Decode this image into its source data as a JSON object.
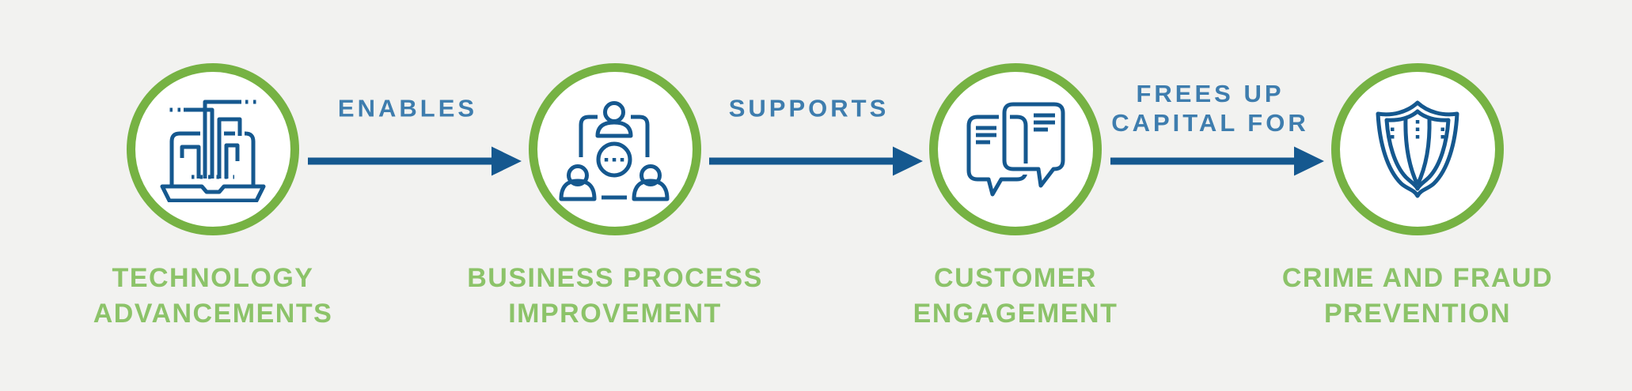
{
  "diagram": {
    "colors": {
      "background": "#F2F2F0",
      "circle_ring_green": "#76B243",
      "circle_fill": "#FFFFFF",
      "label_green": "#8CC369",
      "connector_text_blue": "#3E7DAE",
      "arrow_navy": "#15588F",
      "icon_stroke_navy": "#15588F"
    },
    "steps": [
      {
        "icon": "laptop-circuit-icon",
        "label_line1": "TECHNOLOGY",
        "label_line2": "ADVANCEMENTS"
      },
      {
        "icon": "people-collaboration-icon",
        "label_line1": "BUSINESS PROCESS",
        "label_line2": "IMPROVEMENT"
      },
      {
        "icon": "chat-bubbles-icon",
        "label_line1": "CUSTOMER",
        "label_line2": "ENGAGEMENT"
      },
      {
        "icon": "shield-icon",
        "label_line1": "CRIME AND FRAUD",
        "label_line2": "PREVENTION"
      }
    ],
    "connectors": [
      {
        "line1": "ENABLES",
        "line2": ""
      },
      {
        "line1": "SUPPORTS",
        "line2": ""
      },
      {
        "line1": "FREES UP",
        "line2": "CAPITAL FOR"
      }
    ]
  }
}
